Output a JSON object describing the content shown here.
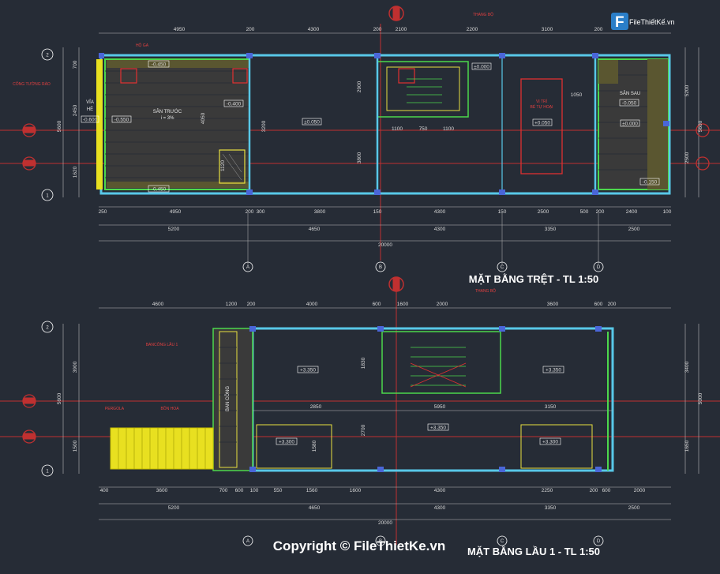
{
  "logo": {
    "brand": "FileThiếtKế.vn"
  },
  "watermark": "Copyright © FileThietKe.vn",
  "plan_top": {
    "title": "MẶT BẰNG TRỆT - TL 1:50",
    "grid_rows": [
      "2",
      "1"
    ],
    "grid_cols": [
      "A",
      "B",
      "C",
      "D"
    ],
    "dims_top": [
      "4950",
      "200",
      "4300",
      "200",
      "2100",
      "2200",
      "3100",
      "200"
    ],
    "dims_bottom_1": [
      "250",
      "4950",
      "200",
      "300",
      "3800",
      "150",
      "4300",
      "150",
      "2500",
      "500",
      "200",
      "2400",
      "100"
    ],
    "dims_bottom_2": [
      "5200",
      "4650",
      "4300",
      "3350",
      "2500"
    ],
    "dims_total": "20000",
    "dims_left": [
      "700",
      "2450",
      "1620",
      "5600"
    ],
    "dims_right": [
      "5200",
      "2500",
      "5600"
    ],
    "rooms": {
      "front_yard": "SÂN TRƯỚC",
      "front_slope": "i = 3%",
      "sidewalk_1": "VỈA",
      "sidewalk_2": "HÈ",
      "back_yard": "SÂN SAU",
      "wc_1": "VỊ TRÍ",
      "wc_2": "BỂ TỰ HOẠI"
    },
    "levels": [
      "-0.450",
      "-0.450",
      "-0.600",
      "-0.550",
      "-0.400",
      "±0.050",
      "±0.000",
      "±0.000",
      "-0.150",
      "-0.050",
      "+0.050"
    ],
    "notes": [
      "HỘ GA",
      "THANG BỘ",
      "CÔNG TƯỜNG RÀO"
    ],
    "inner_dims": [
      "1100",
      "750",
      "1100",
      "1050",
      "4050",
      "3200",
      "2900",
      "3800",
      "1120"
    ]
  },
  "plan_bottom": {
    "title": "MẶT BẰNG LẦU 1 - TL 1:50",
    "grid_rows": [
      "2",
      "1"
    ],
    "grid_cols": [
      "A",
      "B",
      "C",
      "D"
    ],
    "dims_top": [
      "4600",
      "1200",
      "200",
      "4000",
      "600",
      "1600",
      "2000",
      "3600",
      "600",
      "200"
    ],
    "dims_bottom_1": [
      "400",
      "3600",
      "700",
      "600",
      "100",
      "550",
      "1560",
      "1600",
      "4300",
      "2250",
      "200",
      "600",
      "2000"
    ],
    "dims_bottom_2": [
      "5200",
      "4650",
      "4300",
      "3350",
      "2500"
    ],
    "dims_total": "20000",
    "dims_left": [
      "3900",
      "1500",
      "5600"
    ],
    "dims_right": [
      "3400",
      "1650",
      "5000"
    ],
    "rooms": {
      "balcony": "BAN CÔNG",
      "pergola": "PERGOLA"
    },
    "levels": [
      "+3.350",
      "+3.350",
      "+3.350",
      "+3.300",
      "+3.300"
    ],
    "notes": [
      "BANCÔNG LẦU 1",
      "BỒN HOA",
      "THANG BỘ"
    ],
    "inner_dims": [
      "2850",
      "5950",
      "3150",
      "2700",
      "1830",
      "1580"
    ]
  }
}
